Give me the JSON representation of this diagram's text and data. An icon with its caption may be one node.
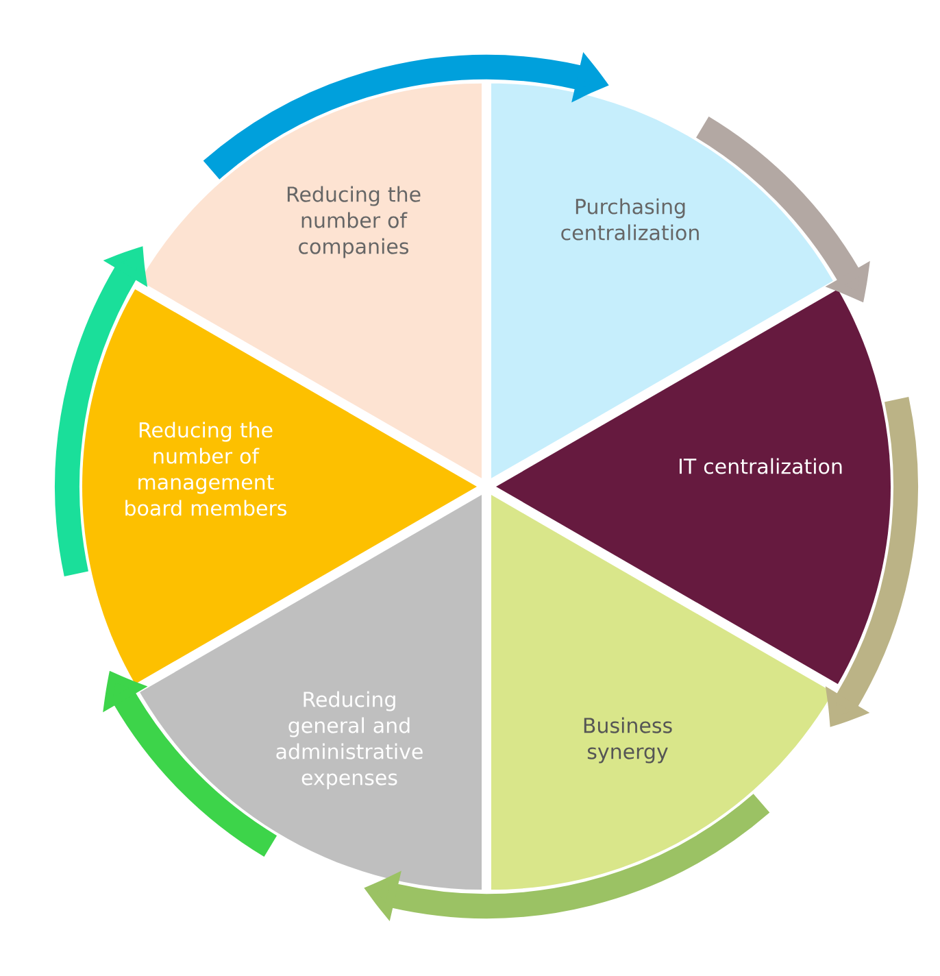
{
  "diagram": {
    "nodes": [
      {
        "text": [
          "Reducing the number of companies"
        ]
      },
      {
        "text": [
          "Purchasing centralization"
        ]
      },
      {
        "text": [
          "IT centralization"
        ]
      },
      {
        "text": [
          "Business synergy"
        ]
      },
      {
        "text": [
          "Reducing general and administrative expenses"
        ]
      },
      {
        "text": [
          "Reducing the number of management board members"
        ]
      }
    ],
    "edges": [
      {
        "from": 0,
        "to": 1,
        "arrow": "to",
        "color": "#00a0dc"
      },
      {
        "from": 1,
        "to": 2,
        "arrow": "to",
        "color": "#b3a8a3"
      },
      {
        "from": 2,
        "to": 3,
        "arrow": "to",
        "color": "#bbb386"
      },
      {
        "from": 3,
        "to": 4,
        "arrow": "to",
        "color": "#9bc264"
      },
      {
        "from": 4,
        "to": 5,
        "arrow": "to",
        "color": "#3dd44a"
      },
      {
        "from": 5,
        "to": 0,
        "arrow": "to",
        "color": "#1adf9a"
      }
    ]
  }
}
